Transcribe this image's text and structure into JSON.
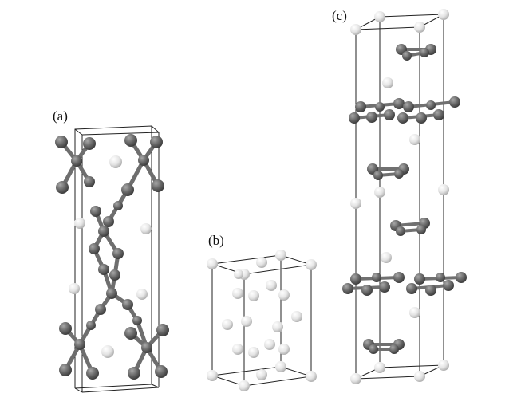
{
  "panels": [
    {
      "id": "a",
      "label": "(a)"
    },
    {
      "id": "b",
      "label": "(b)"
    },
    {
      "id": "c",
      "label": "(c)"
    }
  ],
  "colors": {
    "dark_atom": "#5f5f5f",
    "light_atom": "#e6e6e6",
    "cell_edge": "#222222"
  }
}
